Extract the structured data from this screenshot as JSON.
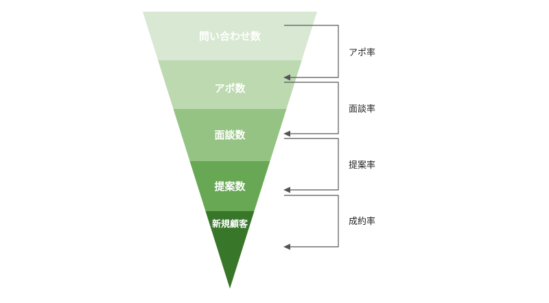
{
  "funnel": {
    "stages": [
      {
        "label": "問い合わせ数",
        "color": "#d8e8d2"
      },
      {
        "label": "アポ数",
        "color": "#bcd9b0"
      },
      {
        "label": "面談数",
        "color": "#95c384"
      },
      {
        "label": "提案数",
        "color": "#68a854"
      },
      {
        "label": "新規顧客",
        "color": "#38762a"
      }
    ]
  },
  "rates": [
    {
      "label": "アポ率"
    },
    {
      "label": "面談率"
    },
    {
      "label": "提案率"
    },
    {
      "label": "成約率"
    }
  ],
  "colors": {
    "connector": "#555555",
    "stage_text": "#ffffff",
    "rate_text": "#222222"
  }
}
